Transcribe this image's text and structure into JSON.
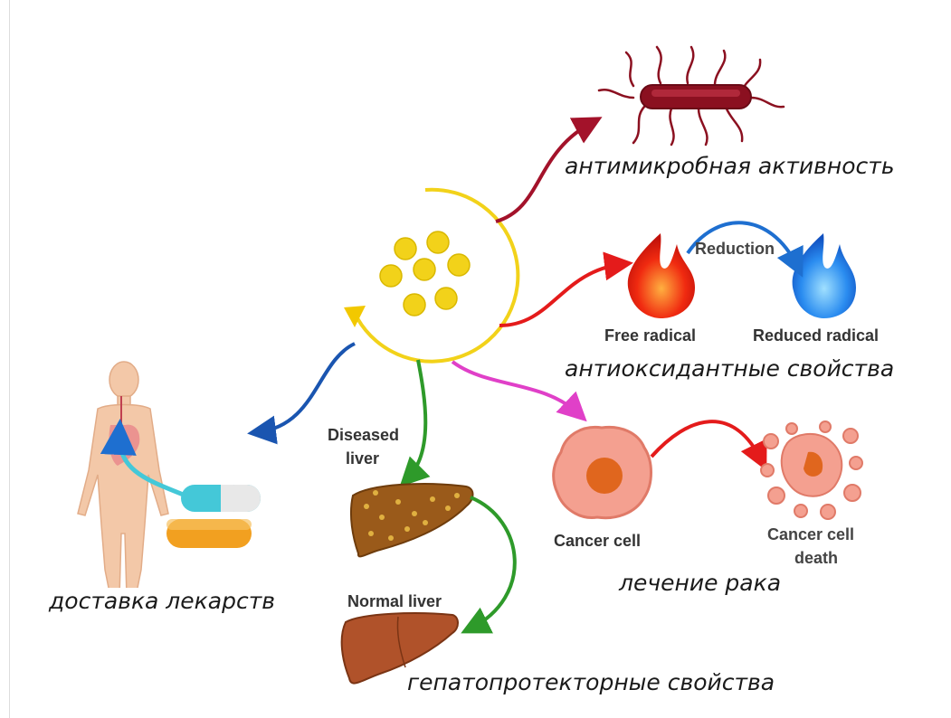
{
  "labels_ru": {
    "antimicrobial": "антимикробная активность",
    "antioxidant": "антиоксидантные свойства",
    "cancer": "лечение рака",
    "drug_delivery": "доставка лекарств",
    "hepatoprotective": "гепатопротекторные свойства"
  },
  "labels_en": {
    "reduction": "Reduction",
    "free_radical": "Free radical",
    "reduced_radical": "Reduced radical",
    "diseased_liver_1": "Diseased",
    "diseased_liver_2": "liver",
    "normal_liver": "Normal liver",
    "cancer_cell": "Cancer cell",
    "cancer_cell_death_1": "Cancer cell",
    "cancer_cell_death_2": "death"
  },
  "colors": {
    "nanoparticle": "#f2d21a",
    "bacteria": "#8b1020",
    "arrow_antimicrobial": "#a3122a",
    "arrow_antioxidant": "#e41b1b",
    "arrow_reduction": "#1e6fd0",
    "arrow_cancer": "#e040c8",
    "arrow_liver": "#2e9a2a",
    "arrow_drug": "#1a55b0",
    "cancer_cell": "#f4a090",
    "liver_diseased": "#9a5a1a",
    "liver_normal": "#b0522a",
    "capsule_top": "#44c8d8",
    "capsule_bottom": "#f2a020"
  }
}
